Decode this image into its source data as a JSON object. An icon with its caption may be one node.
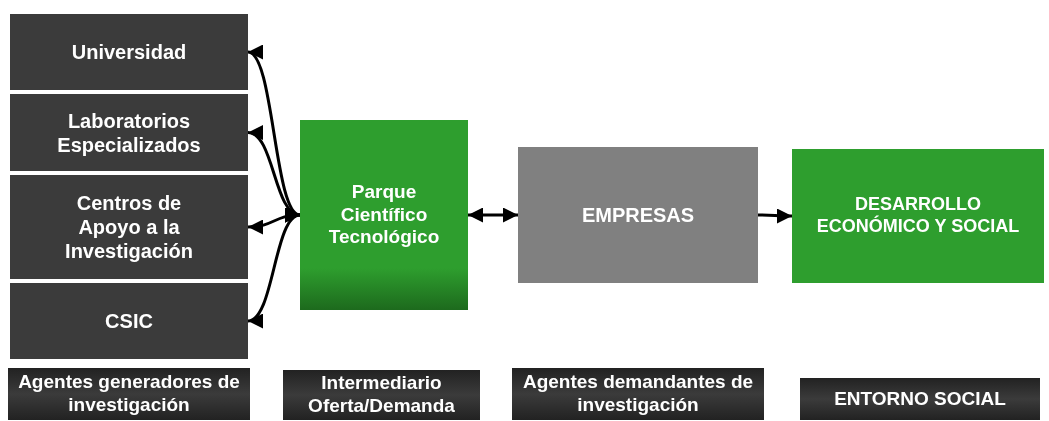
{
  "diagram": {
    "nodes": [
      {
        "text": [
          "Universidad"
        ]
      },
      {
        "text": [
          "Laboratorios Especializados"
        ]
      },
      {
        "text": [
          "Centros de Apoyo a la Investigación"
        ]
      },
      {
        "text": [
          "CSIC"
        ]
      },
      {
        "text": [
          "Parque Científico Tecnológico"
        ]
      },
      {
        "text": [
          "EMPRESAS"
        ]
      },
      {
        "text": [
          "DESARROLLO ECONÓMICO Y SOCIAL"
        ]
      },
      {
        "text": [
          "Agentes generadores de investigación"
        ]
      },
      {
        "text": [
          "Intermediario Oferta/Demanda"
        ]
      },
      {
        "text": [
          "Agentes demandantes de investigación"
        ]
      },
      {
        "text": [
          "ENTORNO SOCIAL"
        ]
      }
    ],
    "edges": [
      {
        "from": 0,
        "to": 4,
        "arrow": "both"
      },
      {
        "from": 1,
        "to": 4,
        "arrow": "both"
      },
      {
        "from": 2,
        "to": 4,
        "arrow": "both"
      },
      {
        "from": 3,
        "to": 4,
        "arrow": "both"
      },
      {
        "from": 4,
        "to": 5,
        "arrow": "both"
      },
      {
        "from": 5,
        "to": 6,
        "arrow": "to"
      }
    ]
  }
}
